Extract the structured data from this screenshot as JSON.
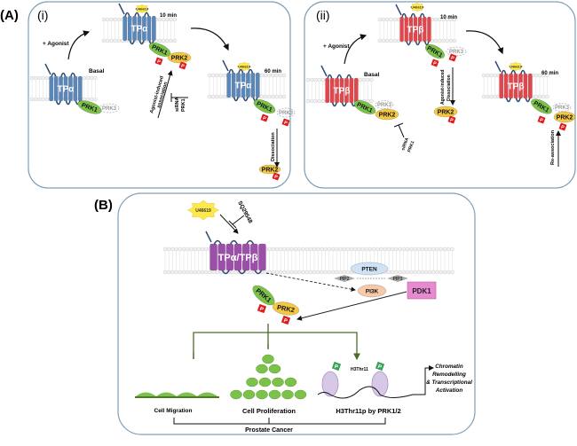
{
  "panel_labels": {
    "A": "(A)",
    "B": "(B)",
    "i": "(i)",
    "ii": "(ii)"
  },
  "colors": {
    "tpa": "#5b86b8",
    "tpb": "#e0474c",
    "tpab": "#9b4fa8",
    "prk1": "#7cc24a",
    "prk2": "#f5c842",
    "phospho": "#e01b1b",
    "phospho_green": "#3aa15a",
    "agonist": "#ffe84a",
    "pten": "#cfe3f5",
    "pi3k": "#f7c9a8",
    "pdk1": "#e88ad0",
    "arrow_green": "#4e6b2a",
    "panel_border": "#7f9fb8"
  },
  "panel_i": {
    "agonist": "+ Agonist",
    "basal": "Basal",
    "receptor": "TPα",
    "ligand": "U46619",
    "t10": "10 min",
    "t60": "60 min",
    "prk1": "PRK1",
    "prk2": "PRK2",
    "prk3": "PRK3",
    "p": "P",
    "assoc_line1": "Agonist-induced",
    "assoc_line2": "association",
    "sirna_line1": "siRNA",
    "sirna_line2": "PRK1",
    "dissociation": "Dissociation"
  },
  "panel_ii": {
    "agonist": "+ Agonist",
    "basal": "Basal",
    "receptor": "TPβ",
    "ligand": "U46619",
    "t10": "10 min",
    "t60": "60 min",
    "prk1": "PRK1",
    "prk2": "PRK2",
    "prk3": "PRK3",
    "p": "P",
    "dissoc_line1": "Agonist-induced",
    "dissoc_line2": "Dissociation",
    "sirna_line1": "siRNA",
    "sirna_line2": "PRK1",
    "reassociation": "Re-association"
  },
  "panel_b": {
    "ligand": "U46619",
    "antagonist": "SQ29548",
    "receptor": "TPα/TPβ",
    "pten": "PTEN",
    "pip2": "PIP2",
    "pip3": "PIP3",
    "pi3k": "PI3K",
    "pdk1": "PDK1",
    "prk1": "PRK1",
    "prk2": "PRK2",
    "p": "P",
    "h3thr11": "H3Thr11",
    "chromatin": [
      "Chromatin",
      "Remodelling",
      "& Transcriptional",
      "Activation"
    ],
    "migration": "Cell Migration",
    "proliferation": "Cell Proliferation",
    "h3thr11p": "H3Thr11p by PRK1/2",
    "cancer": "Prostate Cancer"
  }
}
